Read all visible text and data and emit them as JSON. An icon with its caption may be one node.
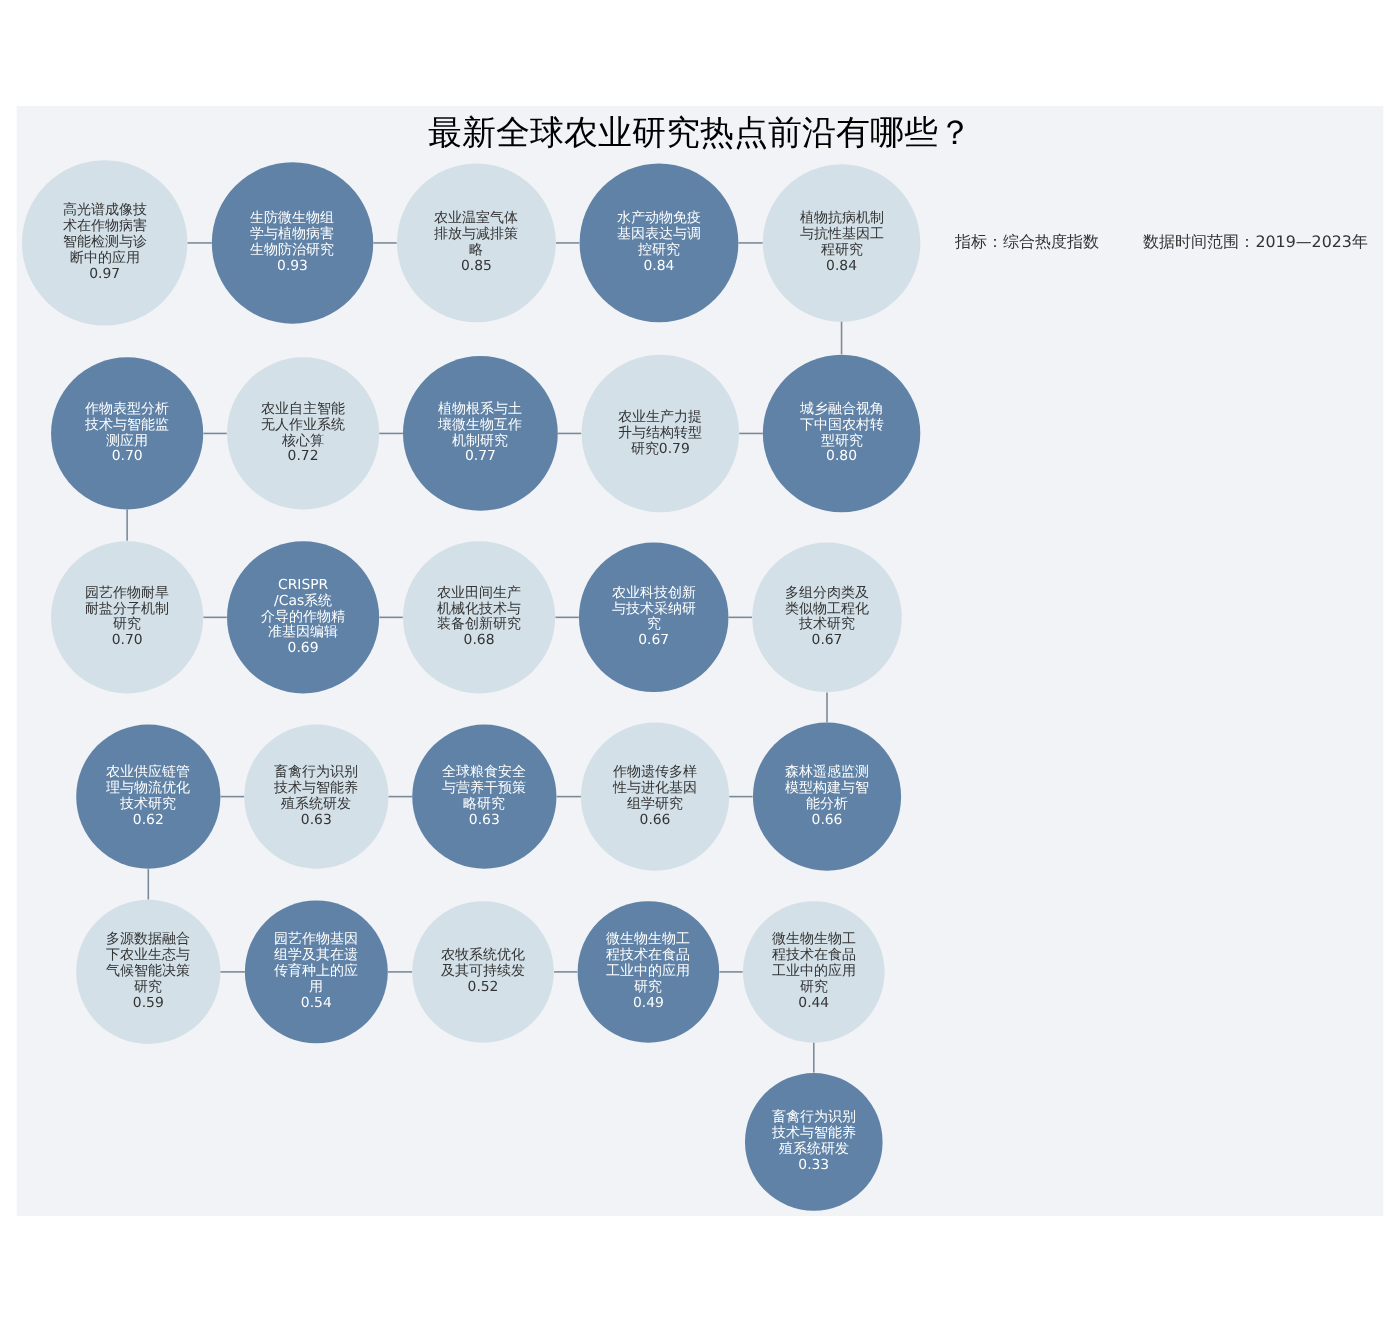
{
  "diagram": {
    "title": "最新全球农业研究热点前沿有哪些？",
    "nodes": [
      {
        "text": [
          "高光谱成像技术在作物病害智能检测与诊断中的应用",
          "0.97"
        ]
      },
      {
        "text": [
          "生防微生物组学与植物病害生物防治研究",
          "0.93"
        ]
      },
      {
        "text": [
          "农业温室气体排放与减排策略",
          "0.85"
        ]
      },
      {
        "text": [
          "水产动物免疫基因表达与调控研究",
          "0.84"
        ]
      },
      {
        "text": [
          "植物抗病机制与抗性基因工程研究",
          "0.84"
        ]
      },
      {
        "text": [
          "城乡融合视角下中国农村转型研究",
          "0.80"
        ]
      },
      {
        "text": [
          "农业生产力提升与结构转型研究0.79"
        ]
      },
      {
        "text": [
          "植物根系与土壤微生物互作机制研究",
          "0.77"
        ]
      },
      {
        "text": [
          "农业自主智能无人作业系统核心算",
          "0.72"
        ]
      },
      {
        "text": [
          "作物表型分析技术与智能监测应用",
          "0.70"
        ]
      },
      {
        "text": [
          "园艺作物耐旱耐盐分子机制研究",
          "0.70"
        ]
      },
      {
        "text": [
          "CRISPR/Cas系统介导的作物精准基因编辑",
          "0.69"
        ]
      },
      {
        "text": [
          "农业田间生产机械化技术与装备创新研究",
          "0.68"
        ]
      },
      {
        "text": [
          "农业科技创新与技术采纳研究",
          "0.67"
        ]
      },
      {
        "text": [
          "多组分肉类及类似物工程化技术研究",
          "0.67"
        ]
      },
      {
        "text": [
          "森林遥感监测模型构建与智能分析",
          "0.66"
        ]
      },
      {
        "text": [
          "作物遗传多样性与进化基因组学研究",
          "0.66"
        ]
      },
      {
        "text": [
          "全球粮食安全与营养干预策略研究",
          "0.63"
        ]
      },
      {
        "text": [
          "畜禽行为识别技术与智能养殖系统研发",
          "0.63"
        ]
      },
      {
        "text": [
          "农业供应链管理与物流优化技术研究",
          "0.62"
        ]
      },
      {
        "text": [
          "多源数据融合下农业生态与气候智能决策研究",
          "0.59"
        ]
      },
      {
        "text": [
          "园艺作物基因组学及其在遗传育种上的应用",
          "0.54"
        ]
      },
      {
        "text": [
          "农牧系统优化及其可持续发",
          "0.52"
        ]
      },
      {
        "text": [
          "微生物生物工程技术在食品工业中的应用研究",
          "0.49"
        ]
      },
      {
        "text": [
          "微生物生物工程技术在食品工业中的应用研究",
          "0.44"
        ]
      },
      {
        "text": [
          "畜禽行为识别技术与智能养殖系统研发",
          "0.33"
        ]
      }
    ],
    "edges": [
      {
        "from": 0,
        "to": 1,
        "arrow": "none"
      },
      {
        "from": 1,
        "to": 2,
        "arrow": "none"
      },
      {
        "from": 2,
        "to": 3,
        "arrow": "none"
      },
      {
        "from": 3,
        "to": 4,
        "arrow": "none"
      },
      {
        "from": 4,
        "to": 5,
        "arrow": "none"
      },
      {
        "from": 5,
        "to": 6,
        "arrow": "none"
      },
      {
        "from": 6,
        "to": 7,
        "arrow": "none"
      },
      {
        "from": 7,
        "to": 8,
        "arrow": "none"
      },
      {
        "from": 8,
        "to": 9,
        "arrow": "none"
      },
      {
        "from": 9,
        "to": 10,
        "arrow": "none"
      },
      {
        "from": 10,
        "to": 11,
        "arrow": "none"
      },
      {
        "from": 11,
        "to": 12,
        "arrow": "none"
      },
      {
        "from": 12,
        "to": 13,
        "arrow": "none"
      },
      {
        "from": 13,
        "to": 14,
        "arrow": "none"
      },
      {
        "from": 14,
        "to": 15,
        "arrow": "none"
      },
      {
        "from": 15,
        "to": 16,
        "arrow": "none"
      },
      {
        "from": 16,
        "to": 17,
        "arrow": "none"
      },
      {
        "from": 17,
        "to": 18,
        "arrow": "none"
      },
      {
        "from": 18,
        "to": 19,
        "arrow": "none"
      },
      {
        "from": 19,
        "to": 20,
        "arrow": "none"
      },
      {
        "from": 20,
        "to": 21,
        "arrow": "none"
      },
      {
        "from": 21,
        "to": 22,
        "arrow": "none"
      },
      {
        "from": 22,
        "to": 23,
        "arrow": "none"
      },
      {
        "from": 23,
        "to": 24,
        "arrow": "none"
      },
      {
        "from": 24,
        "to": 25,
        "arrow": "none"
      }
    ],
    "labels": [
      "指标：综合热度指数",
      "数据时间范围：2019—2023年"
    ]
  }
}
